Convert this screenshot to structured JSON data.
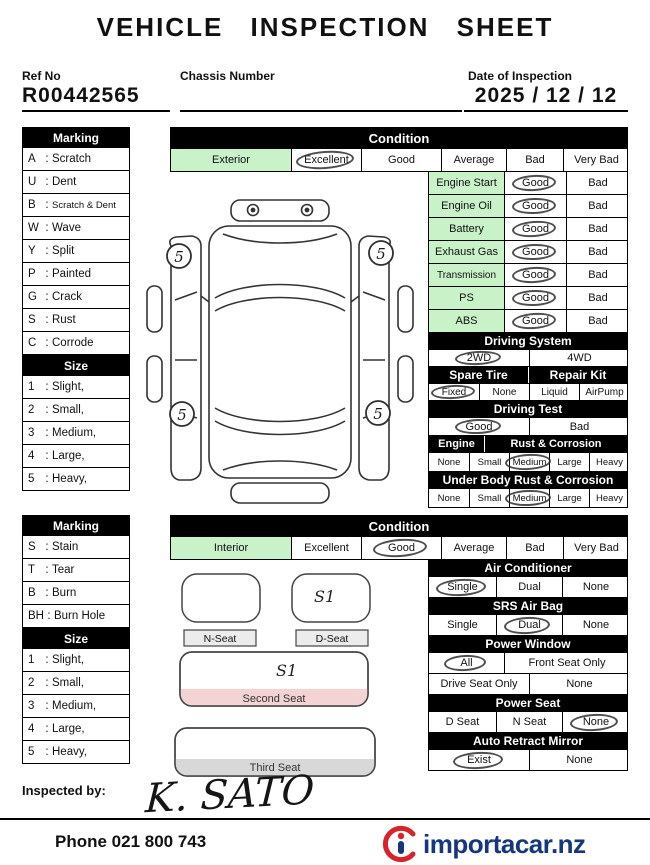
{
  "title": "VEHICLE INSPECTION SHEET",
  "header": {
    "ref_no_label": "Ref No",
    "ref_no_value": "R00442565",
    "chassis_label": "Chassis Number",
    "date_label": "Date of Inspection",
    "date_value": "2025 / 12 / 12"
  },
  "exterior": {
    "marking_header": "Marking",
    "marks": [
      {
        "code": "A",
        "label": "Scratch"
      },
      {
        "code": "U",
        "label": "Dent"
      },
      {
        "code": "B",
        "label": "Scratch & Dent"
      },
      {
        "code": "W",
        "label": "Wave"
      },
      {
        "code": "Y",
        "label": "Split"
      },
      {
        "code": "P",
        "label": "Painted"
      },
      {
        "code": "G",
        "label": "Crack"
      },
      {
        "code": "S",
        "label": "Rust"
      },
      {
        "code": "C",
        "label": "Corrode"
      }
    ],
    "size_header": "Size",
    "sizes": [
      {
        "code": "1",
        "label": "Slight,"
      },
      {
        "code": "2",
        "label": "Small,"
      },
      {
        "code": "3",
        "label": "Medium,"
      },
      {
        "code": "4",
        "label": "Large,"
      },
      {
        "code": "5",
        "label": "Heavy,"
      }
    ],
    "condition_header": "Condition",
    "row_label": "Exterior",
    "scale": [
      "Excellent",
      "Good",
      "Average",
      "Bad",
      "Very Bad"
    ],
    "scale_selected": "Excellent",
    "checks": [
      {
        "label": "Engine Start",
        "options": [
          "Good",
          "Bad"
        ],
        "selected": "Good"
      },
      {
        "label": "Engine Oil",
        "options": [
          "Good",
          "Bad"
        ],
        "selected": "Good"
      },
      {
        "label": "Battery",
        "options": [
          "Good",
          "Bad"
        ],
        "selected": "Good"
      },
      {
        "label": "Exhaust Gas",
        "options": [
          "Good",
          "Bad"
        ],
        "selected": "Good"
      },
      {
        "label": "Transmission",
        "options": [
          "Good",
          "Bad"
        ],
        "selected": "Good"
      },
      {
        "label": "PS",
        "options": [
          "Good",
          "Bad"
        ],
        "selected": "Good"
      },
      {
        "label": "ABS",
        "options": [
          "Good",
          "Bad"
        ],
        "selected": "Good"
      }
    ],
    "driving_system": {
      "header": "Driving System",
      "options": [
        "2WD",
        "4WD"
      ],
      "selected": "2WD"
    },
    "spare_tire_header": "Spare Tire",
    "repair_kit_header": "Repair Kit",
    "tire_options": [
      "Fixed",
      "None",
      "Liquid",
      "AirPump"
    ],
    "tire_selected": "Fixed",
    "driving_test": {
      "header": "Driving Test",
      "options": [
        "Good",
        "Bad"
      ],
      "selected": "Good"
    },
    "engine_header": "Engine",
    "rust_header": "Rust & Corrosion",
    "rust_options": [
      "None",
      "Small",
      "Medium",
      "Large",
      "Heavy"
    ],
    "rust_selected": "Medium",
    "under_body_header": "Under Body Rust & Corrosion",
    "under_body_options": [
      "None",
      "Small",
      "Medium",
      "Large",
      "Heavy"
    ],
    "under_body_selected": "Medium",
    "damage_marks": [
      "5",
      "5",
      "5",
      "5"
    ]
  },
  "interior": {
    "marking_header": "Marking",
    "marks": [
      {
        "code": "S",
        "label": "Stain"
      },
      {
        "code": "T",
        "label": "Tear"
      },
      {
        "code": "B",
        "label": "Burn"
      },
      {
        "code": "BH",
        "label": "Burn Hole"
      }
    ],
    "size_header": "Size",
    "sizes": [
      {
        "code": "1",
        "label": "Slight,"
      },
      {
        "code": "2",
        "label": "Small,"
      },
      {
        "code": "3",
        "label": "Medium,"
      },
      {
        "code": "4",
        "label": "Large,"
      },
      {
        "code": "5",
        "label": "Heavy,"
      }
    ],
    "condition_header": "Condition",
    "row_label": "Interior",
    "scale": [
      "Excellent",
      "Good",
      "Average",
      "Bad",
      "Very Bad"
    ],
    "scale_selected": "Good",
    "air_conditioner": {
      "header": "Air Conditioner",
      "options": [
        "Single",
        "Dual",
        "None"
      ],
      "selected": "Single"
    },
    "srs_air_bag": {
      "header": "SRS Air Bag",
      "options": [
        "Single",
        "Dual",
        "None"
      ],
      "selected": "Dual"
    },
    "power_window": {
      "header": "Power Window",
      "row1": [
        "All",
        "Front Seat Only"
      ],
      "row2": [
        "Drive Seat Only",
        "None"
      ],
      "selected": "All"
    },
    "power_seat": {
      "header": "Power Seat",
      "options": [
        "D Seat",
        "N Seat",
        "None"
      ],
      "selected": "None"
    },
    "auto_retract_mirror": {
      "header": "Auto Retract Mirror",
      "options": [
        "Exist",
        "None"
      ],
      "selected": "Exist"
    },
    "seats": {
      "n_seat": "N-Seat",
      "d_seat": "D-Seat",
      "second_seat": "Second Seat",
      "third_seat": "Third Seat",
      "d_seat_mark": "S1",
      "second_seat_mark": "S1"
    }
  },
  "inspected_by_label": "Inspected by:",
  "signature": "K. SATO",
  "footer": {
    "phone": "Phone 021 800 743",
    "logo_text": "importacar.nz"
  },
  "colors": {
    "highlight_green": "#c9f2c9",
    "second_seat_pink": "#f3d3d3",
    "third_seat_gray": "#d8d8d8",
    "logo_blue": "#16367e",
    "logo_red": "#d9232a"
  }
}
